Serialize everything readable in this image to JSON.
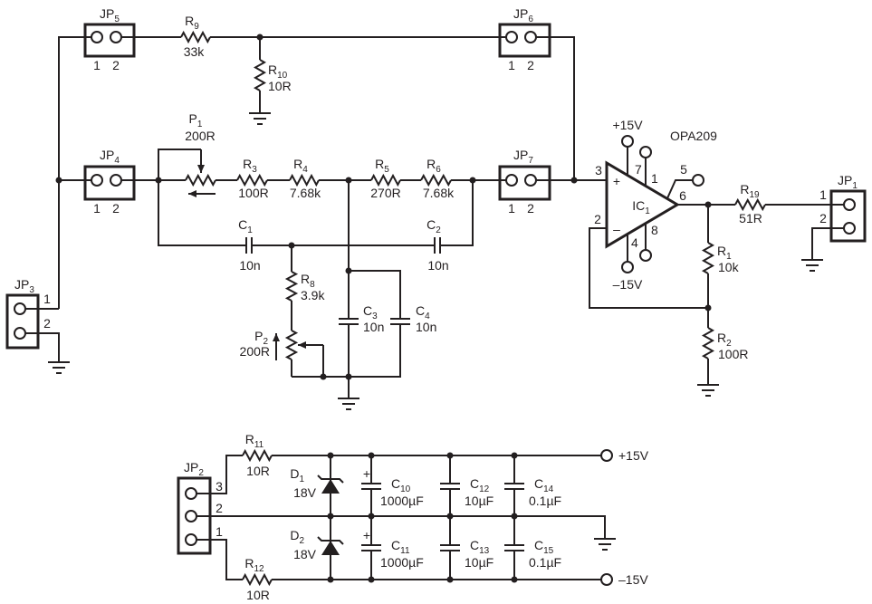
{
  "colors": {
    "ink": "#231f20",
    "background": "#ffffff"
  },
  "jumpers": {
    "JP1": {
      "ref": "JP",
      "sub": "1",
      "pins": [
        "1",
        "2"
      ]
    },
    "JP2": {
      "ref": "JP",
      "sub": "2",
      "pins": [
        "3",
        "2",
        "1"
      ]
    },
    "JP3": {
      "ref": "JP",
      "sub": "3",
      "pins": [
        "1",
        "2"
      ]
    },
    "JP4": {
      "ref": "JP",
      "sub": "4",
      "pins": [
        "1",
        "2"
      ]
    },
    "JP5": {
      "ref": "JP",
      "sub": "5",
      "pins": [
        "1",
        "2"
      ]
    },
    "JP6": {
      "ref": "JP",
      "sub": "6",
      "pins": [
        "1",
        "2"
      ]
    },
    "JP7": {
      "ref": "JP",
      "sub": "7",
      "pins": [
        "1",
        "2"
      ]
    }
  },
  "resistors": {
    "R1": {
      "ref": "R",
      "sub": "1",
      "value": "10k"
    },
    "R2": {
      "ref": "R",
      "sub": "2",
      "value": "100R"
    },
    "R3": {
      "ref": "R",
      "sub": "3",
      "value": "100R"
    },
    "R4": {
      "ref": "R",
      "sub": "4",
      "value": "7.68k"
    },
    "R5": {
      "ref": "R",
      "sub": "5",
      "value": "270R"
    },
    "R6": {
      "ref": "R",
      "sub": "6",
      "value": "7.68k"
    },
    "R8": {
      "ref": "R",
      "sub": "8",
      "value": "3.9k"
    },
    "R9": {
      "ref": "R",
      "sub": "9",
      "value": "33k"
    },
    "R10": {
      "ref": "R",
      "sub": "10",
      "value": "10R"
    },
    "R11": {
      "ref": "R",
      "sub": "11",
      "value": "10R"
    },
    "R12": {
      "ref": "R",
      "sub": "12",
      "value": "10R"
    },
    "R19": {
      "ref": "R",
      "sub": "19",
      "value": "51R"
    }
  },
  "pots": {
    "P1": {
      "ref": "P",
      "sub": "1",
      "value": "200R"
    },
    "P2": {
      "ref": "P",
      "sub": "2",
      "value": "200R"
    }
  },
  "capacitors": {
    "C1": {
      "ref": "C",
      "sub": "1",
      "value": "10n"
    },
    "C2": {
      "ref": "C",
      "sub": "2",
      "value": "10n"
    },
    "C3": {
      "ref": "C",
      "sub": "3",
      "value": "10n"
    },
    "C4": {
      "ref": "C",
      "sub": "4",
      "value": "10n"
    },
    "C10": {
      "ref": "C",
      "sub": "10",
      "value": "1000µF",
      "polarity": "+"
    },
    "C11": {
      "ref": "C",
      "sub": "11",
      "value": "1000µF",
      "polarity": "+"
    },
    "C12": {
      "ref": "C",
      "sub": "12",
      "value": "10µF"
    },
    "C13": {
      "ref": "C",
      "sub": "13",
      "value": "10µF"
    },
    "C14": {
      "ref": "C",
      "sub": "14",
      "value": "0.1µF"
    },
    "C15": {
      "ref": "C",
      "sub": "15",
      "value": "0.1µF"
    }
  },
  "diodes": {
    "D1": {
      "ref": "D",
      "sub": "1",
      "value": "18V"
    },
    "D2": {
      "ref": "D",
      "sub": "2",
      "value": "18V"
    }
  },
  "opamp": {
    "ref": "IC",
    "sub": "1",
    "part": "OPA209",
    "plus_sign": "+",
    "minus_sign": "–",
    "pins": {
      "in_plus": "3",
      "in_minus": "2",
      "v_plus": "7",
      "v_minus": "4",
      "p1": "1",
      "p8": "8",
      "p5": "5",
      "out": "6"
    },
    "supply_plus": "+15V",
    "supply_minus": "–15V"
  },
  "supply": {
    "plus": "+15V",
    "minus": "–15V"
  }
}
